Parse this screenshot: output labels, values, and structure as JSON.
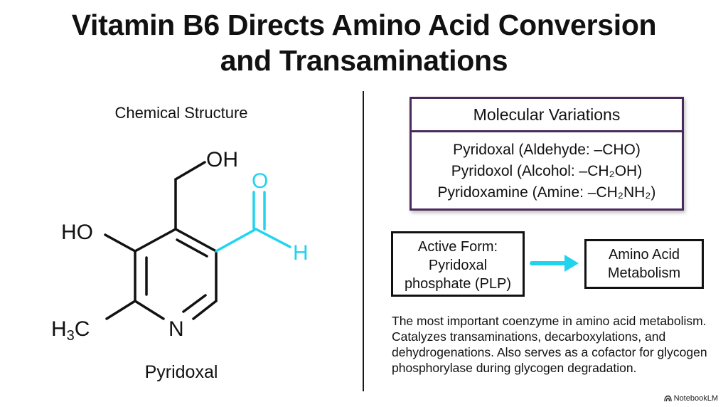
{
  "title": {
    "line1": "Vitamin B6 Directs Amino Acid Conversion",
    "line2": "and Transaminations"
  },
  "structure_panel": {
    "heading": "Chemical Structure",
    "atoms": {
      "oh_top": "OH",
      "ho_left": "HO",
      "o_aldehyde": "O",
      "h_aldehyde": "H",
      "methyl_h": "H",
      "methyl_sub": "3",
      "methyl_c": "C",
      "ring_n": "N"
    },
    "name": "Pyridoxal"
  },
  "variations": {
    "heading": "Molecular Variations",
    "items": [
      "Pyridoxal (Aldehyde: –CHO)",
      "Pyridoxol (Alcohol: –CH₂OH)",
      "Pyridoxamine (Amine: –CH₂NH₂)"
    ]
  },
  "active_form": {
    "line1": "Active Form:",
    "line2": "Pyridoxal",
    "line3": "phosphate (PLP)"
  },
  "target": {
    "line1": "Amino Acid",
    "line2": "Metabolism"
  },
  "description": "The most important coenzyme in amino acid metabolism. Catalyzes transaminations, decarboxylations, and dehydrogenations. Also serves as a cofactor for glycogen phosphorylase during glycogen degradation.",
  "watermark": "NotebookLM",
  "colors": {
    "accent": "#22d3ee",
    "frame": "#4a2a5a",
    "ink": "#111111"
  }
}
